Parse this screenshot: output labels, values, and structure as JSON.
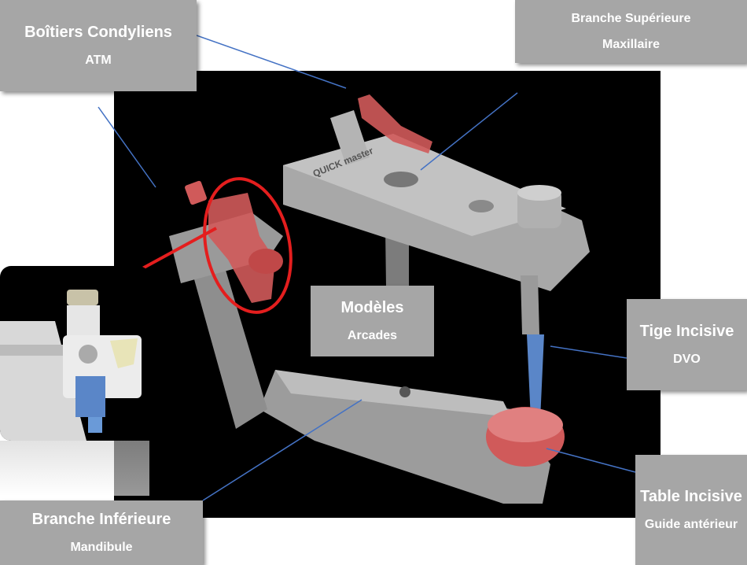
{
  "labels": {
    "condyles": {
      "title": "Boîtiers Condyliens",
      "sub": "ATM"
    },
    "upper_branch": {
      "title": "Branche Supérieure",
      "sub": "Maxillaire"
    },
    "models": {
      "title": "Modèles",
      "sub": "Arcades"
    },
    "incisal_pin": {
      "title": "Tige Incisive",
      "sub": "DVO"
    },
    "incisal_table": {
      "title": "Table Incisive",
      "sub": "Guide antérieur"
    },
    "lower_branch": {
      "title": "Branche Inférieure",
      "sub": "Mandibule"
    }
  },
  "device_brand": "QUICK master",
  "colors": {
    "label_bg": "#a6a6a6",
    "highlight_red": "#d05a5a",
    "callout_red": "#e41e1e",
    "leader_blue": "#4472c4",
    "pin_blue": "#5a86c8"
  }
}
